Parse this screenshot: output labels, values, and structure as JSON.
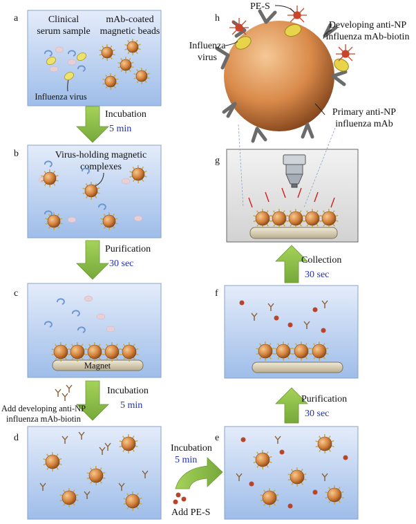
{
  "panels": {
    "a": {
      "label": "a",
      "clinical_title": [
        "Clinical",
        "serum sample"
      ],
      "beads_title": [
        "mAb-coated",
        "magnetic beads"
      ],
      "virus_label": "Influenza virus"
    },
    "b": {
      "label": "b",
      "complex_title": [
        "Virus-holding magnetic",
        "complexes"
      ]
    },
    "c": {
      "label": "c",
      "magnet_label": "Magnet"
    },
    "d": {
      "label": "d"
    },
    "e": {
      "label": "e"
    },
    "f": {
      "label": "f"
    },
    "g": {
      "label": "g"
    },
    "h": {
      "label": "h",
      "pes_label": "PE-S",
      "virus_label": [
        "Influenza",
        "virus"
      ],
      "developing_label": [
        "Developing anti-NP",
        "influenza mAb-biotin"
      ],
      "primary_label": [
        "Primary anti-NP",
        "influenza mAb"
      ]
    }
  },
  "steps": {
    "ab": {
      "name": "Incubation",
      "time": "5 min"
    },
    "bc": {
      "name": "Purification",
      "time": "30 sec"
    },
    "cd": {
      "name": "Incubation",
      "time": "5 min",
      "add": [
        "Add developing anti-NP",
        "influenza mAb-biotin"
      ]
    },
    "de": {
      "name": "Incubation",
      "time": "5 min",
      "add": "Add PE-S"
    },
    "ef": {
      "name": "Purification",
      "time": "30 sec"
    },
    "fg": {
      "name": "Collection",
      "time": "30 sec"
    }
  },
  "colors": {
    "panel_top": "#dfe8f8",
    "panel_bottom": "#9fbde9",
    "arrow_green": "#8dbf46",
    "bead": "#d8883f",
    "time_text": "#1f2fb5",
    "pes_red": "#c9442a"
  }
}
